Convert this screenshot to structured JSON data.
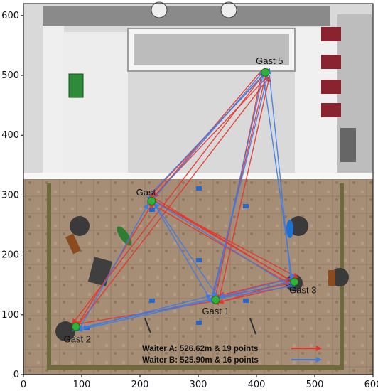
{
  "chart_data": {
    "type": "line",
    "xlim": [
      0,
      600
    ],
    "ylim": [
      0,
      620
    ],
    "x_ticks": [
      "0",
      "100",
      "200",
      "300",
      "400",
      "500",
      "600"
    ],
    "y_ticks": [
      "0",
      "100",
      "200",
      "300",
      "400",
      "500",
      "600"
    ],
    "guests": [
      {
        "label": "Gast 1",
        "x": 330,
        "y": 125
      },
      {
        "label": "Gast 2",
        "x": 90,
        "y": 80
      },
      {
        "label": "Gast 3",
        "x": 465,
        "y": 155
      },
      {
        "label": "Gast 4",
        "x": 220,
        "y": 290
      },
      {
        "label": "Gast 5",
        "x": 415,
        "y": 505
      }
    ],
    "guest_4_visible_label": "Gast",
    "legend": [
      {
        "label": "Waiter A: 526.62m & 19 points",
        "color": "#e8332b"
      },
      {
        "label": "Waiter B: 525.90m & 16 points",
        "color": "#3d7be3"
      }
    ],
    "series": [
      {
        "name": "Waiter A",
        "color": "#e8332b",
        "x": [
          330,
          415,
          220,
          465,
          330,
          415,
          90,
          220,
          465,
          330,
          415,
          220,
          465,
          330,
          90,
          415,
          220,
          465,
          330
        ],
        "y": [
          125,
          505,
          290,
          155,
          125,
          505,
          80,
          290,
          155,
          125,
          505,
          290,
          155,
          125,
          80,
          505,
          290,
          155,
          125
        ]
      },
      {
        "name": "Waiter B",
        "color": "#3d7be3",
        "x": [
          220,
          330,
          415,
          465,
          90,
          330,
          220,
          415,
          465,
          330,
          90,
          220,
          415,
          330,
          465,
          220
        ],
        "y": [
          290,
          125,
          505,
          155,
          80,
          125,
          290,
          505,
          155,
          125,
          80,
          290,
          505,
          125,
          155,
          290
        ]
      }
    ]
  }
}
